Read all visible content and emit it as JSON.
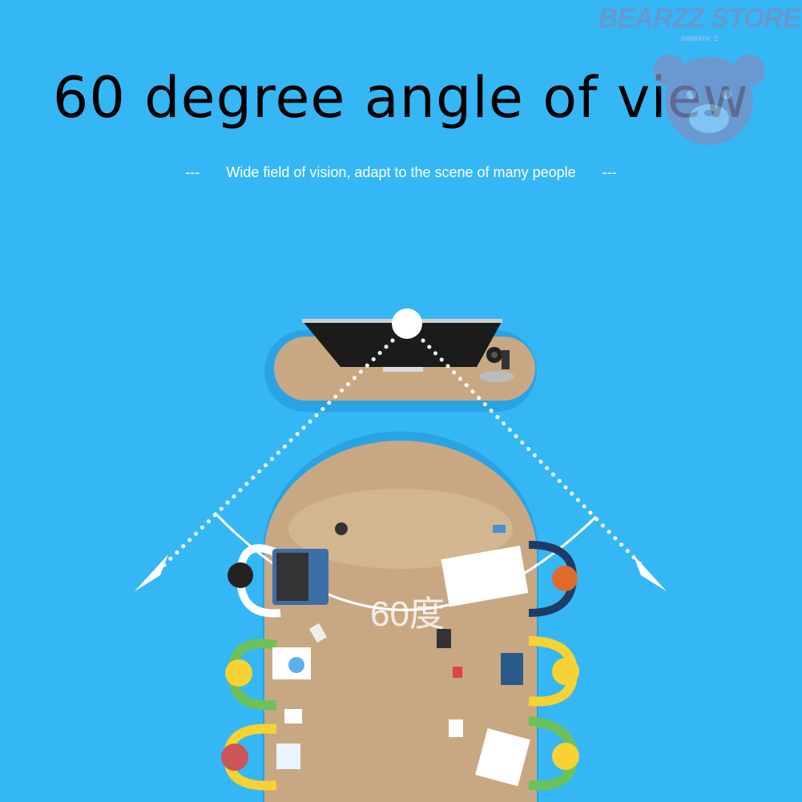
{
  "title": "60 degree angle of view",
  "subtitle": {
    "dash_left": "---",
    "text": "Wide field of vision, adapt to the scene of many people",
    "dash_right": "---"
  },
  "angle_label": "60度",
  "watermark": {
    "brand": "BEARZZ STORE",
    "code": "3HBN9YH_Z"
  },
  "colors": {
    "background": "#35b7f6",
    "table": "#c8a883",
    "accent_yellow": "#f6d232",
    "accent_green": "#6cc25a"
  }
}
